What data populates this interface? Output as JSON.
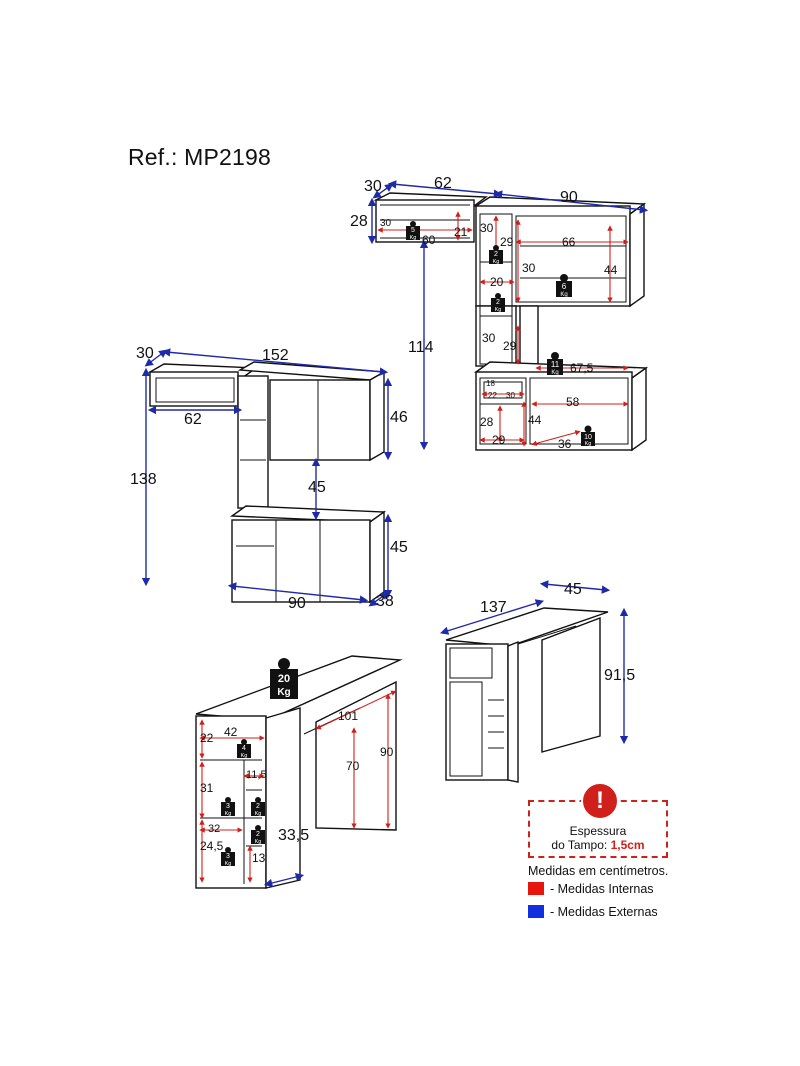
{
  "ref": "Ref.: MP2198",
  "colors": {
    "internal": "#d0201c",
    "external": "#1f2aa8",
    "line": "#111111"
  },
  "top_hutch": {
    "ext": {
      "depth": "30",
      "width_left": "62",
      "width_right": "90",
      "height": "28",
      "gap": "114"
    },
    "int": {
      "a": "30",
      "b": "60",
      "c": "21",
      "d": "30",
      "e": "29",
      "f": "66",
      "g": "44",
      "h": "20",
      "i": "30",
      "j": "30",
      "k": "29",
      "l": "67,5",
      "m": "22",
      "n": "30",
      "o": "58",
      "p": "28",
      "q": "44",
      "r": "29",
      "s": "36",
      "t": "18"
    },
    "weights": {
      "w1": "5",
      "w2": "2",
      "w3": "6",
      "w4": "2",
      "w5": "11",
      "w6": "10",
      "unit": "Kg"
    }
  },
  "kitchen": {
    "depth": "30",
    "width": "152",
    "shelf": "62",
    "height": "138",
    "upper": "46",
    "gap": "45",
    "lower": "45",
    "base": "90",
    "base_depth": "38"
  },
  "desk_right": {
    "width": "137",
    "depth": "45",
    "height": "91,5"
  },
  "desk_left": {
    "ext": {
      "side": "33,5"
    },
    "int": {
      "a": "101",
      "b": "90",
      "c": "70",
      "d": "42",
      "e": "22",
      "f": "11,5",
      "g": "31",
      "h": "32",
      "i": "24,5",
      "j": "13"
    },
    "weights": {
      "top": "20",
      "w1": "4",
      "w2": "3",
      "w3": "2",
      "w4": "2",
      "w5": "3",
      "unit": "Kg"
    }
  },
  "notice": {
    "line1": "Espessura",
    "line2": "do Tampo: ",
    "value": "1,5cm"
  },
  "legend": {
    "title": "Medidas em centímetros.",
    "internal": "- Medidas Internas",
    "external": "- Medidas Externas"
  }
}
